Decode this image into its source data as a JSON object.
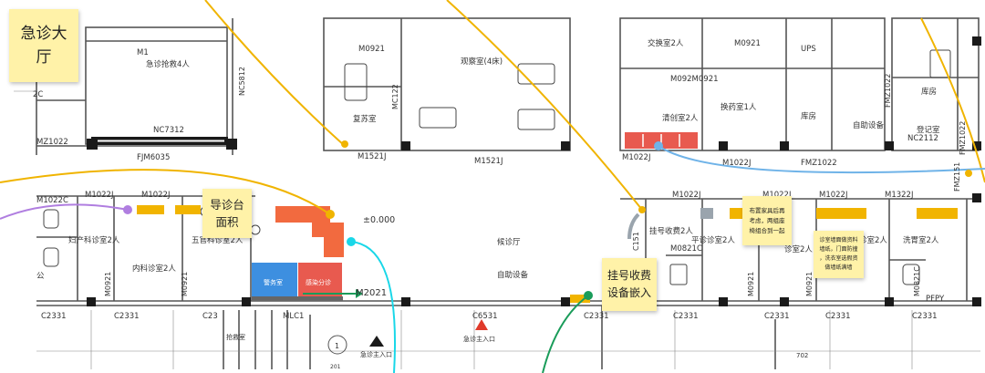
{
  "colors": {
    "wall": "#1a1a1a",
    "line": "#555555",
    "thin": "#888888",
    "sticky": "#fff2a8",
    "yellow_path": "#f0b400",
    "blue_path": "#6fb3e8",
    "purple_path": "#b07ee0",
    "cyan_path": "#19d7e8",
    "green_path": "#1a9c5a",
    "orange_fill": "#f26a3f",
    "blue_fill": "#3d8fe0",
    "red_fill": "#e85a4f",
    "gold_fill": "#f1b400",
    "gray_fill": "#9aa4ad",
    "entrance": "#e03a2a"
  },
  "notes": {
    "n1_l1": "急诊大",
    "n1_l2": "厅",
    "n2_l1": "导诊台",
    "n2_l2": "面积",
    "n3_l1": "挂号收费",
    "n3_l2": "设备嵌入",
    "n4_l1": "布置家具后再",
    "n4_l2": "考虑，两组座",
    "n4_l3": "椅组合到一起",
    "n5_l1": "诊室墙面做资料",
    "n5_l2": "墙纸，门面防撞",
    "n5_l3": "，洗衣室选假资",
    "n5_l4": "做墙纸满墙"
  },
  "labels": {
    "jizhen_qiangjiu": "急诊抢救4人",
    "m1": "M1",
    "nc5812": "NC5812",
    "nc7312": "NC7312",
    "fjm6035": "FJM6035",
    "mz1022_left": "MZ1022",
    "c2": "2C",
    "m0921_top": "M0921",
    "guancha": "观察室(4床)",
    "fumin": "复苏室",
    "mc122": "MC122",
    "m1521j_a": "M1521J",
    "m1521j_b": "M1521J",
    "jiaoqi": "交换室2人",
    "m0921_b": "M0921",
    "ups": "UPS",
    "m092m0921": "M092M0921",
    "ganyong": "清创室2人",
    "huanyao": "换药室1人",
    "kufang_mid": "库房",
    "zidong": "自助设备",
    "m1022j_r": "M1022J",
    "m1022j_r2": "M1022J",
    "fmz1022": "FMZ1022",
    "fmz1022_v": "FMZ1022",
    "kufang_r": "库房",
    "dengji": "登记室",
    "nc2112": "NC2112",
    "fmz1022_r": "FMZ1022",
    "fmz151": "FMZ151",
    "m1022c": "M1022C",
    "m1022j_a": "M1022J",
    "m1022j_b": "M1022J",
    "fuke": "妇产科诊室2人",
    "neike": "内科诊室2人",
    "wuguan": "五官科诊室2人",
    "m0921_c": "M0921",
    "m0921_d": "M0921",
    "gong": "公",
    "plus_0": "±0.000",
    "houzhen": "候诊厅",
    "zizhu_lobby": "自助设备",
    "jingwu": "警务室",
    "ganran": "感染分诊",
    "m2021": "M2021",
    "mlc1": "MLC1",
    "c2331_1": "C2331",
    "c2331_2": "C2331",
    "c23_3": "C23",
    "c6531": "C6531",
    "c2331_4": "C2331",
    "c2331_5": "C2331",
    "c2331_6": "C2331",
    "c2331_7": "C2331",
    "c2331_8": "C2331",
    "entrance": "急诊主入口",
    "entrance_left": "急诊主入口",
    "m1022j_c": "M1022J",
    "m1022j_d": "M1022J",
    "m1022j_e": "M1022J",
    "m1322j": "M1322J",
    "guahao": "挂号收费2人",
    "pingzhen": "平诊诊室2人",
    "m0821c": "M0821C",
    "zhen2a": "诊室2人",
    "zhen2b": "诊室2人",
    "xiyi": "洗胃室2人",
    "m0821c_r": "M0821C",
    "pfpy": "PFPY",
    "c151": "C151",
    "m0921_e": "M0921",
    "m0921_f": "M0921",
    "n702": "702",
    "n1": "1",
    "n201": "201",
    "plan_label": "抢救室"
  }
}
